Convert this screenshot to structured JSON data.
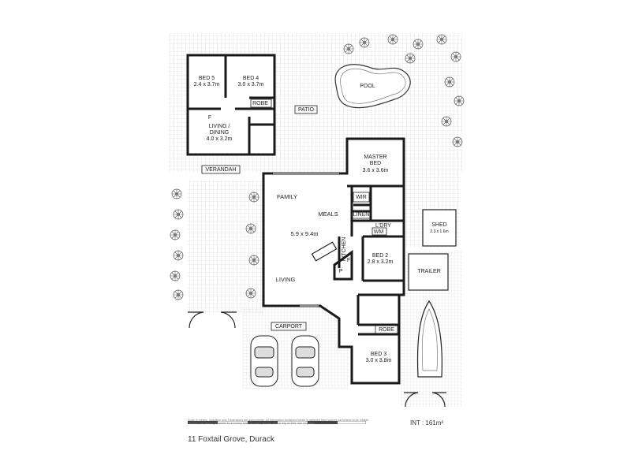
{
  "rooms": {
    "bed5": {
      "name": "BED 5",
      "size": "2.4 x 3.7m"
    },
    "bed4": {
      "name": "BED 4",
      "size": "3.0 x 3.7m"
    },
    "robe_top": "ROBE",
    "living_dining": {
      "name_1": "LIVING /",
      "name_2": "DINING",
      "size": "4.0 x 3.2m"
    },
    "patio": "PATIO",
    "pool": "POOL",
    "verandah": "VERANDAH",
    "master": {
      "name_1": "MASTER",
      "name_2": "BED",
      "size": "3.6 x 3.6m"
    },
    "wir": "WIR",
    "linen": "LINEN",
    "ldry": "L'DRY",
    "wm": "WM",
    "family": "FAMILY",
    "meals": "MEALS",
    "main_size": "5.9 x 9.4m",
    "kitchen": "KITCHEN",
    "living": "LIVING",
    "f1": "F",
    "f2": "F",
    "p": "P",
    "bed2": {
      "name": "BED 2",
      "size": "2.8 x 3.2m"
    },
    "shed": {
      "name": "SHED",
      "size": "2.3 x 1.6m"
    },
    "trailer": "TRAILER",
    "carport": "CARPORT",
    "robe_bed3": "ROBE",
    "bed3": {
      "name": "BED 3",
      "size": "3.0 x 3.8m"
    }
  },
  "footer": {
    "address": "11 Foxtail Grove, Durack",
    "int_area": "INT   : 161m²",
    "disclaimer": "Scale in metres. Indicative only. Dimensions are approximate. All information contained herein is gathered from sources we believe to be reliable. However we cannot guarantee its accuracy and interested persons should rely on their own enquiries."
  },
  "colors": {
    "wall": "#1a1a1a",
    "hatch": "#cfcfcf",
    "paving": "#d8d8d8",
    "plant": "#555555"
  }
}
